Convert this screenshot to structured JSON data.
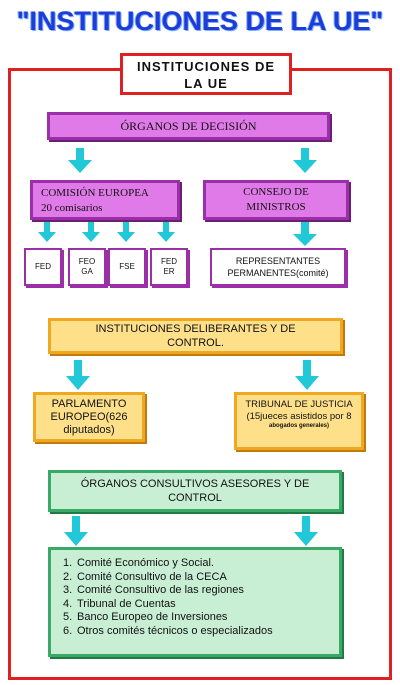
{
  "title": "\"INSTITUCIONES DE LA UE\"",
  "subtitle_line1": "INSTITUCIONES DE",
  "subtitle_line2": "LA UE",
  "decision": {
    "header": "ÓRGANOS DE DECISIÓN",
    "comision_line1": "COMISIÓN EUROPEA",
    "comision_line2": "20 comisarios",
    "consejo_line1": "CONSEJO DE",
    "consejo_line2": "MINISTROS",
    "funds": [
      "FED",
      "FEO GA",
      "FSE",
      "FED ER"
    ],
    "representantes": "REPRESENTANTES PERMANENTES(comité)"
  },
  "deliberantes": {
    "header": "INSTITUCIONES DELIBERANTES Y DE CONTROL.",
    "parlamento": "PARLAMENTO EUROPEO(626 diputados)",
    "tribunal_main": "TRIBUNAL DE JUSTICIA (15jueces asistidos por 8",
    "tribunal_small": "abogados generales)"
  },
  "consultivos": {
    "header": "ÓRGANOS CONSULTIVOS ASESORES Y DE CONTROL",
    "items": [
      "Comité Económico y Social.",
      "Comité Consultivo de la CECA",
      "Comité Consultivo de las regiones",
      "Tribunal de Cuentas",
      "Banco Europeo de Inversiones",
      "Otros comités técnicos o especializados"
    ]
  },
  "colors": {
    "title_blue": "#1d3cd8",
    "frame_red": "#e02020",
    "magenta": "#e07ae8",
    "yellow": "#ffe08a",
    "green": "#c8efd4",
    "arrow_cyan": "#20c8d8"
  }
}
